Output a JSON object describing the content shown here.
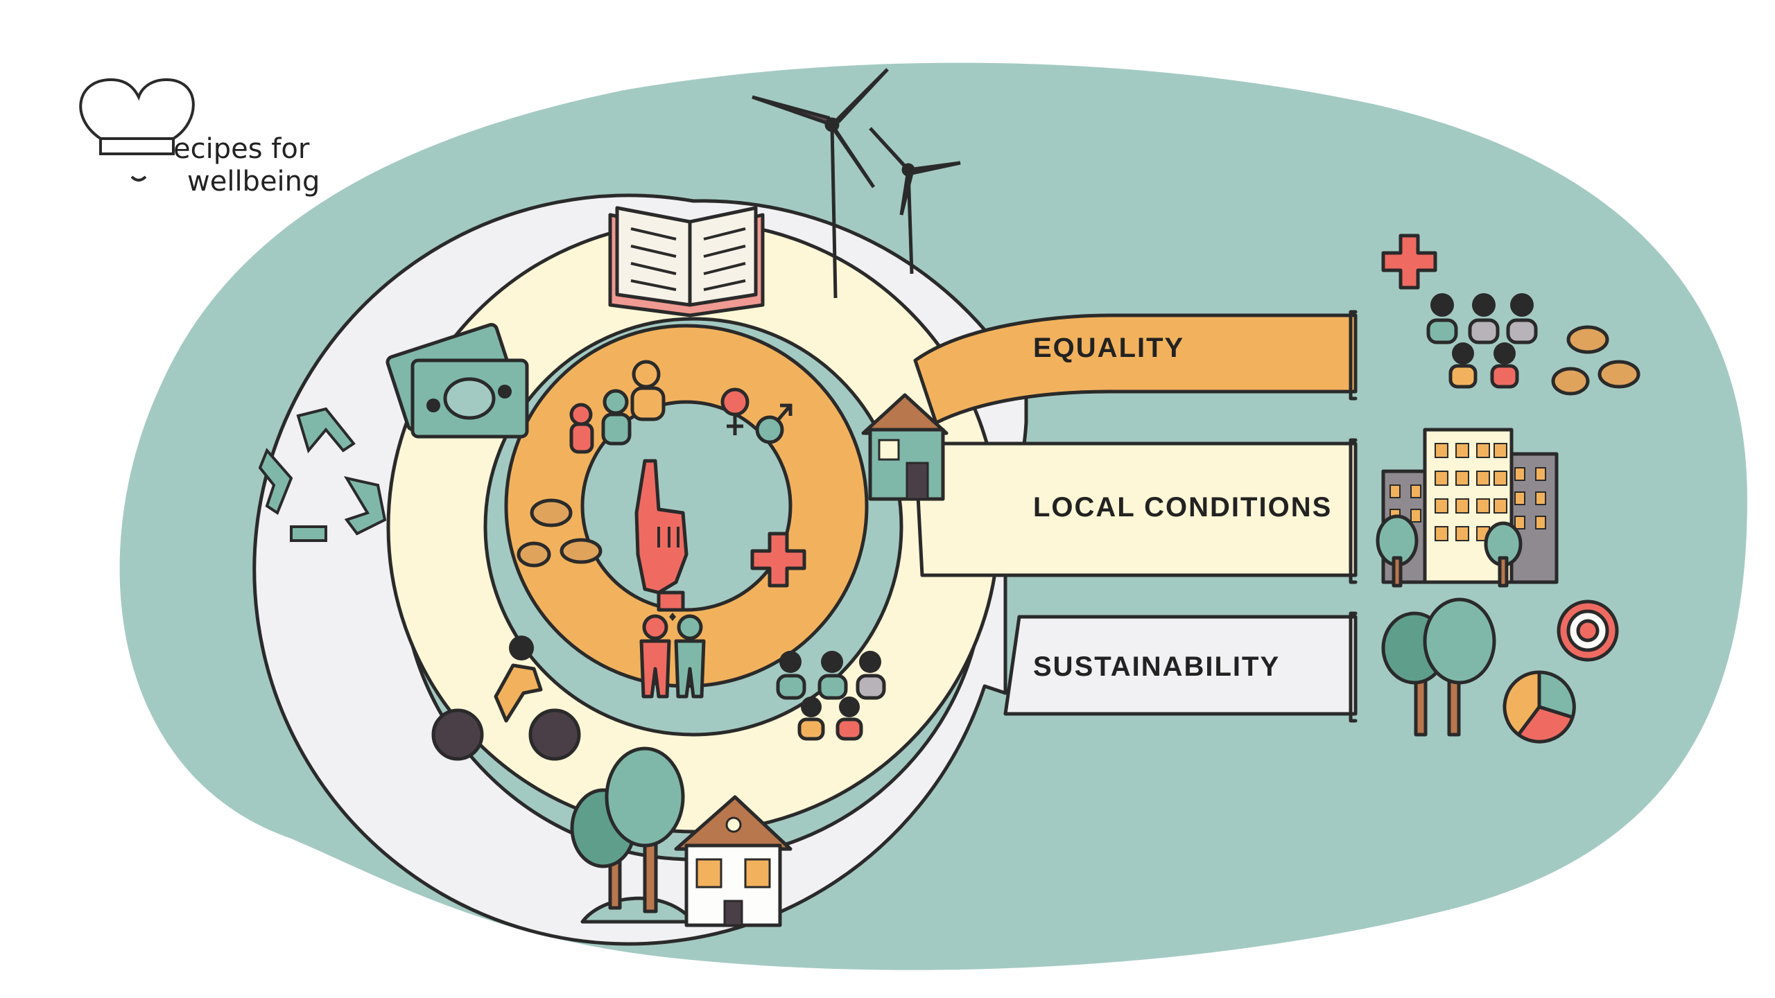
{
  "logo": {
    "line1": "ecipes for",
    "line2": "wellbeing"
  },
  "bands": [
    {
      "id": "equality",
      "label": "EQUALITY"
    },
    {
      "id": "local",
      "label": "LOCAL CONDITIONS"
    },
    {
      "id": "sustainability",
      "label": "SUSTAINABILITY"
    }
  ],
  "icons": [
    "book-icon",
    "wind-turbine-icon",
    "money-icon",
    "recycle-icon",
    "house-icon",
    "people-group-icon",
    "gender-symbols-icon",
    "coins-icon",
    "pointing-hand-icon",
    "health-cross-icon",
    "family-icon",
    "cyclist-icon",
    "trees-icon",
    "buildings-icon",
    "target-icon",
    "pie-chart-icon"
  ],
  "colors": {
    "background_blob": "#a3cac2",
    "outer_ring": "#f1f0f2",
    "yellow_ring": "#fdf7d7",
    "orange_ring": "#f2b25d",
    "teal_accent": "#7fb8a9",
    "red_accent": "#ef6b62",
    "dark": "#2a2a2a"
  }
}
